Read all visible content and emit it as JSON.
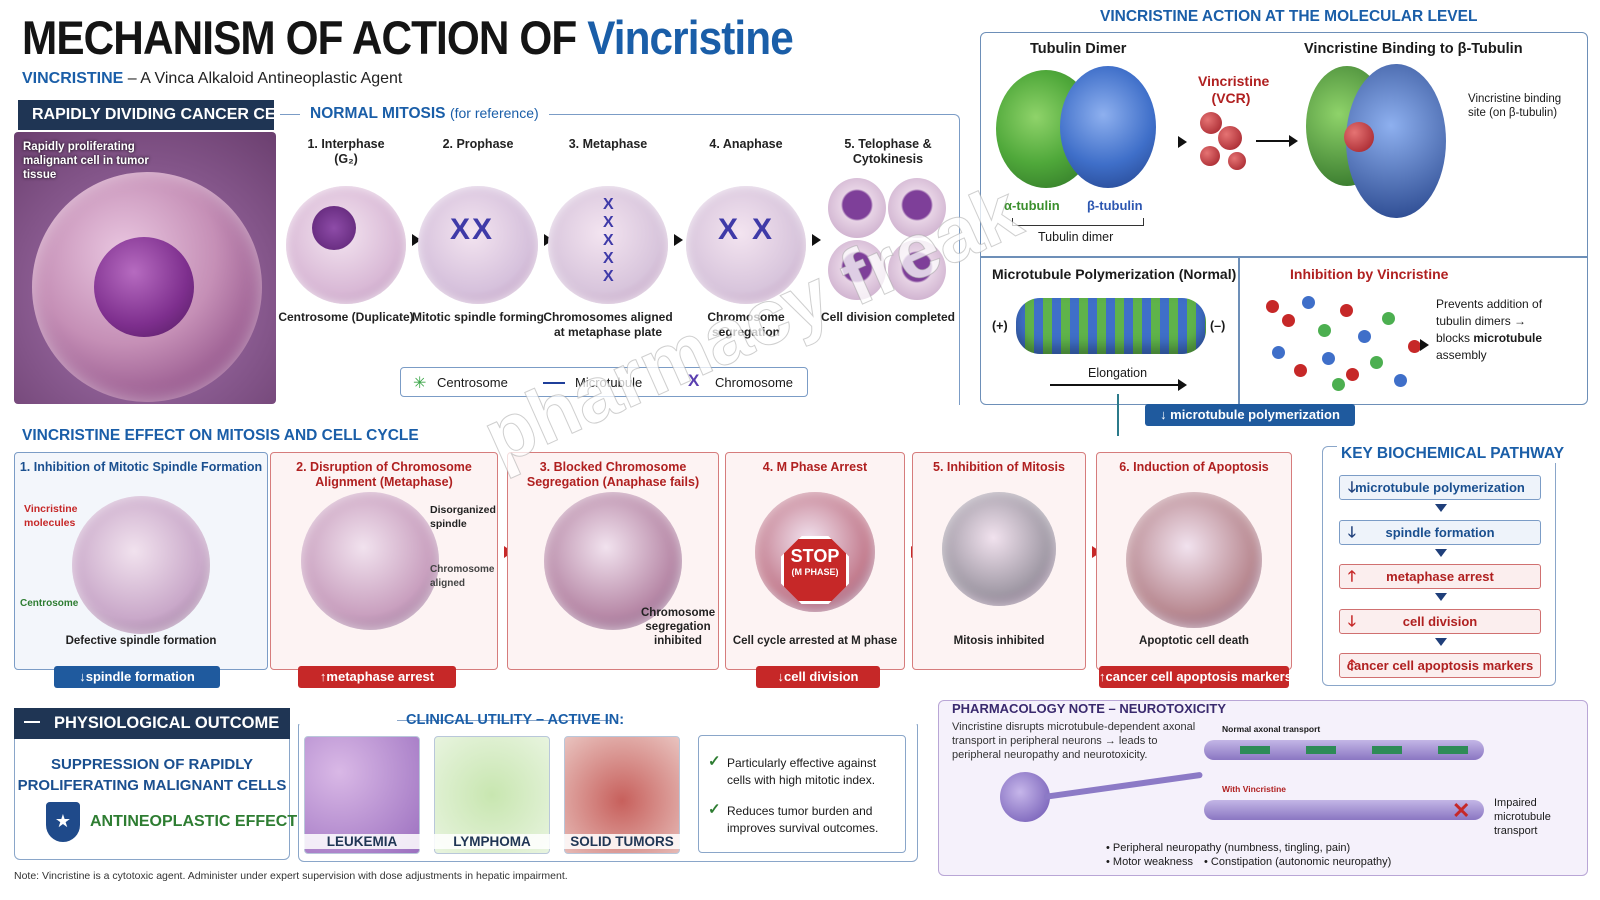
{
  "header": {
    "title_prefix": "MECHANISM OF ACTION OF",
    "title_highlight": "Vincristine",
    "subtitle_drug": "VINCRISTINE",
    "subtitle_rest": " – A Vinca Alkaloid Antineoplastic Agent"
  },
  "cancer_cell": {
    "header": "RAPIDLY DIVIDING CANCER CELL",
    "caption": "Rapidly proliferating malignant cell in tumor tissue"
  },
  "normal_mitosis": {
    "title": "NORMAL MITOSIS",
    "title_note": "(for reference)",
    "stages": [
      {
        "label": "1. Interphase",
        "label2": "(G₂)",
        "caption": "Centrosome (Duplicate)"
      },
      {
        "label": "2. Prophase",
        "label2": "",
        "caption": "Mitotic spindle forming"
      },
      {
        "label": "3. Metaphase",
        "label2": "",
        "caption": "Chromosomes aligned at metaphase plate"
      },
      {
        "label": "4. Anaphase",
        "label2": "",
        "caption": "Chromosome segregation"
      },
      {
        "label": "5. Telophase &",
        "label2": "Cytokinesis",
        "caption": "Cell division completed"
      }
    ],
    "legend": {
      "centrosome": "Centrosome",
      "microtubule": "Microtubule",
      "chromosome": "Chromosome"
    }
  },
  "molecular": {
    "title": "VINCRISTINE ACTION AT THE MOLECULAR LEVEL",
    "tubulin_dimer_title": "Tubulin Dimer",
    "alpha": "α-tubulin",
    "beta": "β-tubulin",
    "dimer_label": "Tubulin dimer",
    "vcr_label": "Vincristine",
    "vcr_abbr": "(VCR)",
    "binding_title": "Vincristine Binding to β-Tubulin",
    "binding_site": "Vincristine binding site (on β-tubulin)",
    "poly_title": "Microtubule Polymerization (Normal)",
    "plus": "(+)",
    "minus": "(–)",
    "elongation": "Elongation",
    "inhibit_title": "Inhibition by Vincristine",
    "inhibit_text_1": "Prevents addition of tubulin dimers → blocks ",
    "inhibit_bold": "microtubule",
    "inhibit_text_2": " assembly",
    "pill": "↓ microtubule polymerization"
  },
  "effect": {
    "title": "VINCRISTINE EFFECT ON MITOSIS AND CELL CYCLE",
    "steps": [
      {
        "title": "1. Inhibition of Mitotic Spindle Formation",
        "caption": "Defective spindle formation",
        "ann1": "Vincristine molecules",
        "ann2": "Centrosome",
        "pill": "↓spindle formation"
      },
      {
        "title": "2. Disruption of Chromosome Alignment (Metaphase)",
        "caption": "",
        "ann1": "Disorganized spindle",
        "ann2": "Chromosome aligned",
        "pill": "↑metaphase arrest"
      },
      {
        "title": "3. Blocked Chromosome Segregation (Anaphase fails)",
        "caption": "Chromosome segregation inhibited",
        "pill": ""
      },
      {
        "title": "4. M Phase Arrest",
        "caption": "Cell cycle arrested at M phase",
        "stop": "STOP",
        "stop_sub": "(M PHASE)",
        "pill": "↓cell division"
      },
      {
        "title": "5. Inhibition of Mitosis",
        "caption": "Mitosis inhibited",
        "pill": ""
      },
      {
        "title": "6. Induction of Apoptosis",
        "caption": "Apoptotic cell death",
        "pill": "↑cancer cell apoptosis markers"
      }
    ]
  },
  "pathway": {
    "title": "KEY BIOCHEMICAL PATHWAY",
    "items": [
      {
        "arrow": "🡓",
        "text": "microtubule polymerization"
      },
      {
        "arrow": "🡓",
        "text": "spindle formation"
      },
      {
        "arrow": "🡑",
        "text": "metaphase arrest"
      },
      {
        "arrow": "🡓",
        "text": "cell division"
      },
      {
        "arrow": "🡑",
        "text": "cancer cell apoptosis markers"
      }
    ]
  },
  "outcome": {
    "header": "PHYSIOLOGICAL OUTCOME",
    "line1": "SUPPRESSION OF RAPIDLY",
    "line2": "PROLIFERATING MALIGNANT CELLS",
    "effect": "ANTINEOPLASTIC EFFECT"
  },
  "clinical": {
    "title": "CLINICAL UTILITY – ACTIVE IN:",
    "items": [
      "LEUKEMIA",
      "LYMPHOMA",
      "SOLID TUMORS"
    ],
    "bullets": [
      "Particularly effective against cells with high mitotic index.",
      "Reduces tumor burden and improves survival outcomes."
    ]
  },
  "neuro": {
    "title": "PHARMACOLOGY NOTE – NEUROTOXICITY",
    "text": "Vincristine disrupts microtubule-dependent axonal transport in peripheral neurons → leads to peripheral neuropathy and neurotoxicity.",
    "normal_label": "Normal axonal transport",
    "with_label": "With Vincristine",
    "impaired": "Impaired microtubule transport",
    "bullets": [
      "Peripheral neuropathy (numbness, tingling, pain)",
      "Motor weakness",
      "Constipation (autonomic neuropathy)"
    ]
  },
  "footnote": "Note: Vincristine is a cytotoxic agent. Administer under expert supervision with dose adjustments in hepatic impairment.",
  "watermark": "pharmacy freak",
  "colors": {
    "brand_blue": "#1a5ea8",
    "dark_navy": "#1f3554",
    "alert_red": "#c62828",
    "tubulin_green": "#4caf50",
    "tubulin_blue": "#3f6fc9"
  }
}
